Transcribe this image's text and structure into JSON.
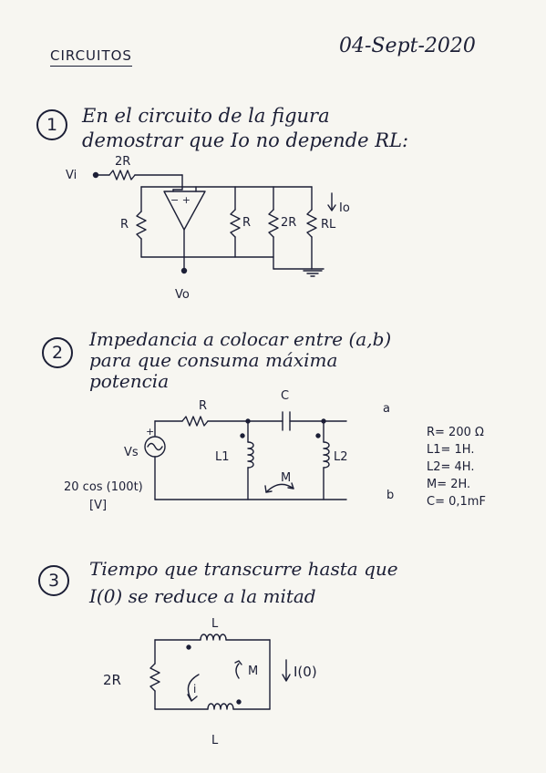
{
  "header": {
    "title": "CIRCUITOS",
    "date": "04-Sept-2020"
  },
  "problems": [
    {
      "number": "1",
      "text_line1": "En el circuito de la figura",
      "text_line2": "demostrar que Io no depende RL:",
      "labels": {
        "vi": "Vi",
        "r_in": "2R",
        "r_left": "R",
        "r_mid": "R",
        "r_2r": "2R",
        "rl": "RL",
        "io": "Io",
        "vo": "Vo",
        "opamp": "− +"
      }
    },
    {
      "number": "2",
      "text_line1": "Impedancia a colocar entre (a,b)",
      "text_line2": "para que consuma máxima",
      "text_line3": "potencia",
      "labels": {
        "r": "R",
        "c": "C",
        "a": "a",
        "b": "b",
        "l1": "L1",
        "l2": "L2",
        "m": "M",
        "vs": "Vs",
        "source_value": "20 cos (100t)",
        "source_unit": "[V]"
      },
      "values": [
        "R= 200 Ω",
        "L1= 1H.",
        "L2= 4H.",
        "M= 2H.",
        "C= 0,1mF"
      ]
    },
    {
      "number": "3",
      "text_line1": "Tiempo que transcurre hasta que",
      "text_line2": "I(0) se reduce a la mitad",
      "labels": {
        "l_top": "L",
        "l_bottom": "L",
        "r": "2R",
        "m": "M",
        "i0": "I(0)",
        "i": "i"
      }
    }
  ]
}
